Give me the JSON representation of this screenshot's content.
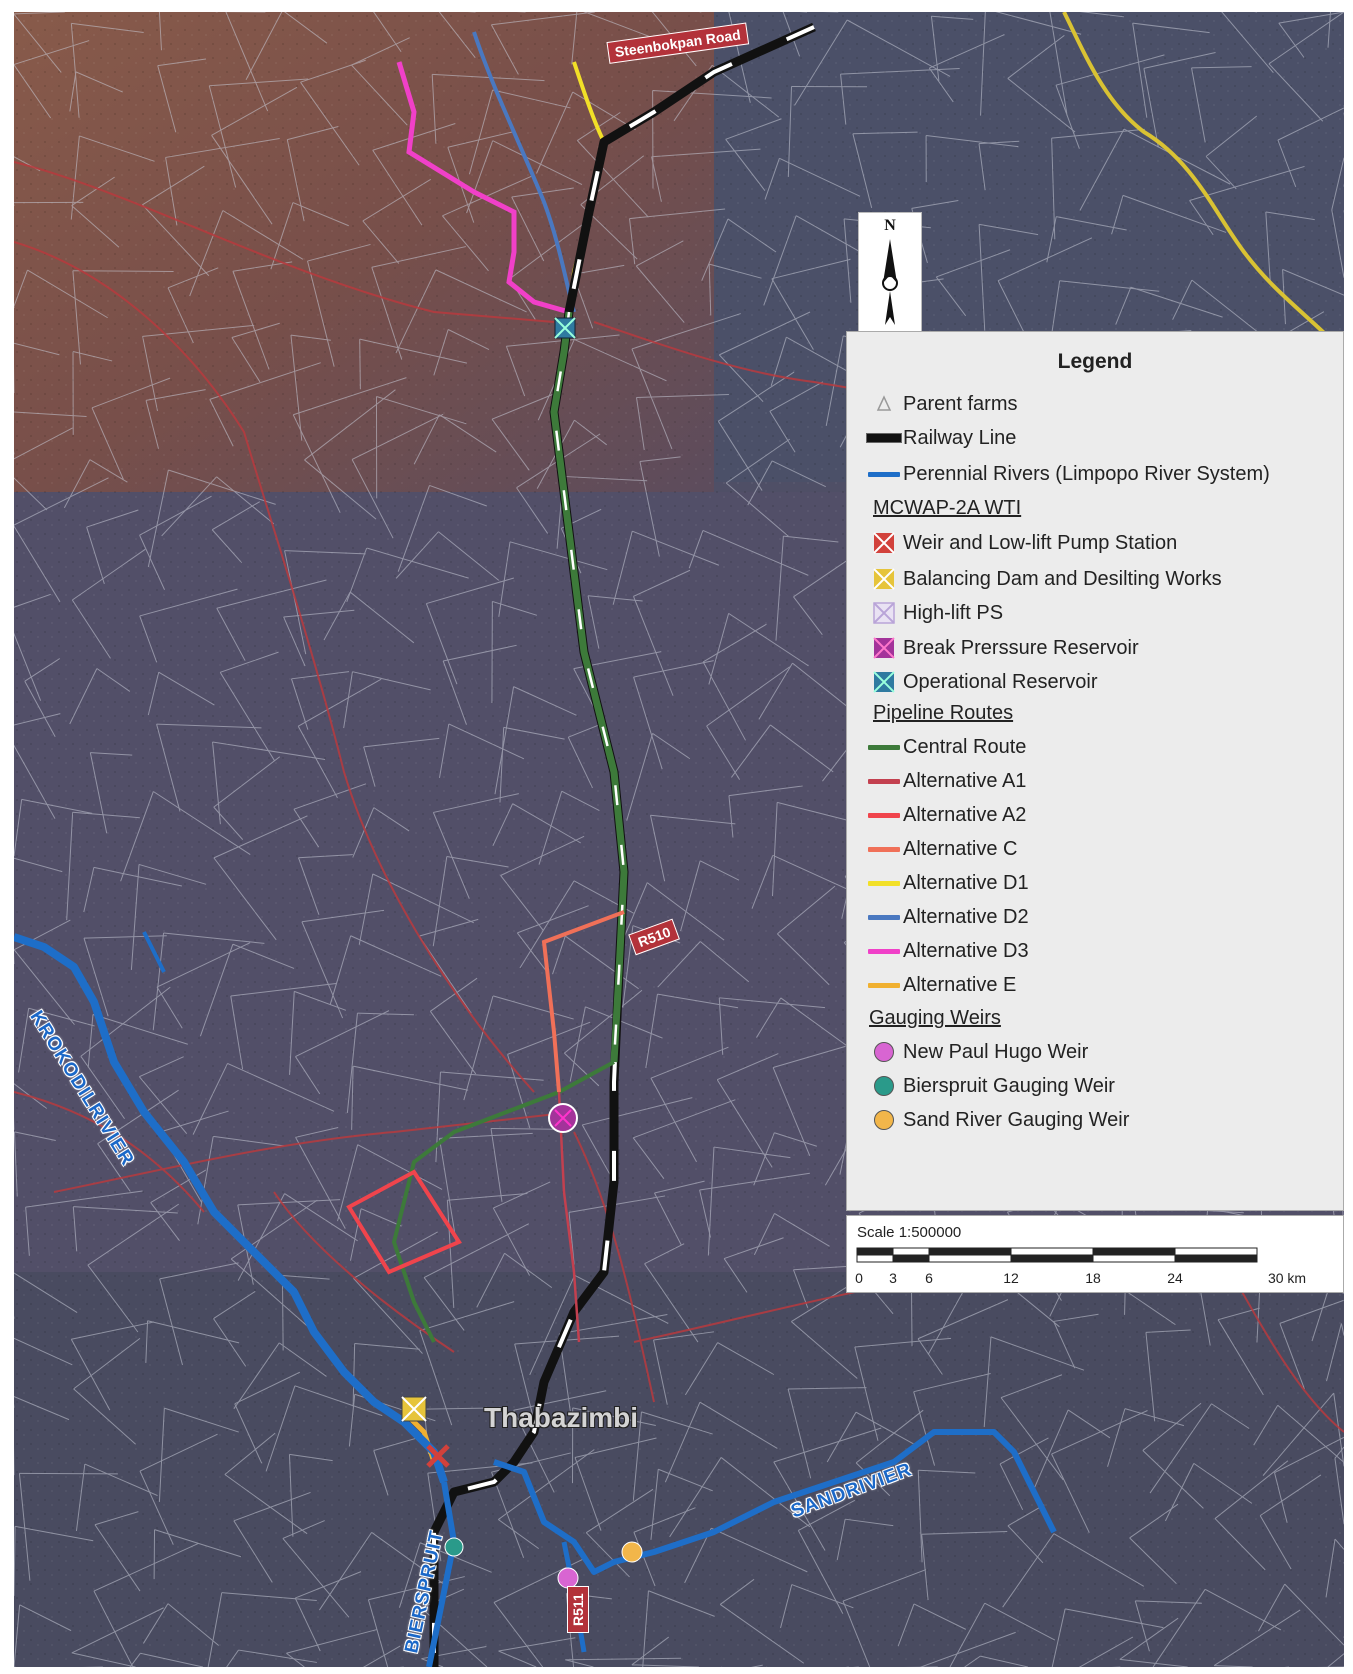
{
  "map": {
    "road_labels": {
      "steenbokpan": "Steenbokpan Road",
      "r510": "R510",
      "r511": "R511"
    },
    "river_labels": {
      "krokodilrivier": "KROKODILRIVIER",
      "biersspruit": "BIERSPRUIT",
      "sandrivier": "SANDRIVIER"
    },
    "town_label": "Thabazimbi",
    "north_label": "N"
  },
  "legend": {
    "title": "Legend",
    "items": [
      {
        "label": "Parent farms",
        "symbol": "farm-outline-icon"
      },
      {
        "label": "Railway Line",
        "symbol": "railway-line",
        "color": "#111111"
      },
      {
        "label": "Perennial Rivers (Limpopo River System)",
        "symbol": "river-line",
        "color": "#1e6ec8"
      }
    ],
    "wti_heading": "MCWAP-2A WTI",
    "wti_items": [
      {
        "label": "Weir and Low-lift Pump Station",
        "color": "#d2413b"
      },
      {
        "label": "Balancing Dam and Desilting Works",
        "color": "#e6c43a"
      },
      {
        "label": "High-lift PS",
        "color": "#b9a4d8"
      },
      {
        "label": "Break Prerssure Reservoir",
        "color": "#a3339a"
      },
      {
        "label": "Operational Reservoir",
        "color": "#2f7aa0"
      }
    ],
    "pipeline_heading": "Pipeline Routes",
    "pipeline_items": [
      {
        "label": "Central Route",
        "color": "#3d7a3a"
      },
      {
        "label": "Alternative A1",
        "color": "#c3404f"
      },
      {
        "label": "Alternative A2",
        "color": "#f0444c"
      },
      {
        "label": "Alternative C",
        "color": "#f07058"
      },
      {
        "label": "Alternative D1",
        "color": "#f2e028"
      },
      {
        "label": "Alternative D2",
        "color": "#4a78c0"
      },
      {
        "label": "Alternative D3",
        "color": "#f040c8"
      },
      {
        "label": "Alternative E",
        "color": "#f0b030"
      }
    ],
    "gauging_heading": "Gauging Weirs",
    "gauging_items": [
      {
        "label": "New Paul Hugo Weir",
        "color": "#d865d2"
      },
      {
        "label": "Bierspruit Gauging Weir",
        "color": "#2a9a8a"
      },
      {
        "label": "Sand River Gauging Weir",
        "color": "#f2b64a"
      }
    ]
  },
  "scale": {
    "title": "Scale 1:500000",
    "ticks": [
      "0",
      "3",
      "6",
      "12",
      "18",
      "24",
      "30 km"
    ]
  }
}
